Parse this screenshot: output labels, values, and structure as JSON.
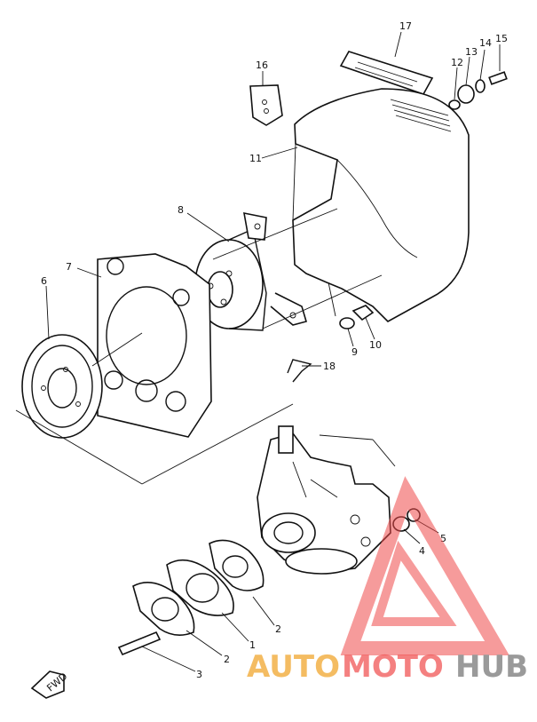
{
  "callouts": {
    "c1": "1",
    "c2a": "2",
    "c2b": "2",
    "c3": "3",
    "c4": "4",
    "c5": "5",
    "c6": "6",
    "c7": "7",
    "c8": "8",
    "c9": "9",
    "c10": "10",
    "c11": "11",
    "c12": "12",
    "c13": "13",
    "c14": "14",
    "c15": "15",
    "c16": "16",
    "c17": "17",
    "c18": "18"
  },
  "front_marker": "FWD",
  "watermark": {
    "part1": "AUTO",
    "part2": "MOTO",
    "part3": "HUB",
    "color_primary": "#f0a020",
    "color_secondary": "#ef4a4a",
    "color_tertiary": "#9a9a9a"
  }
}
